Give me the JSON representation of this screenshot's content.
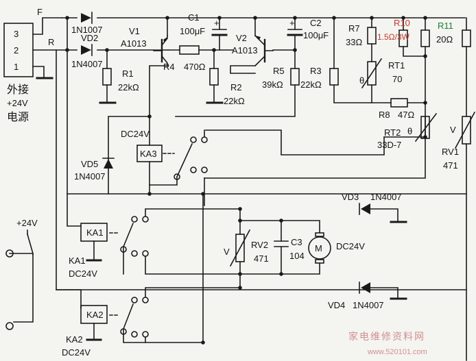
{
  "connector": {
    "pins": [
      "3",
      "2",
      "1"
    ],
    "line_f": "F",
    "line_r": "R",
    "caption": [
      "外接",
      "+24V",
      "电源"
    ]
  },
  "diodes": {
    "vd1": {
      "part": "1N1007"
    },
    "vd2": {
      "name": "VD2",
      "part": "1N4007"
    },
    "vd3": {
      "name": "VD3",
      "part": "1N4007"
    },
    "vd4": {
      "name": "VD4",
      "part": "1N4007"
    },
    "vd5": {
      "name": "VD5",
      "part": "1N4007"
    }
  },
  "transistors": {
    "v1": {
      "name": "V1",
      "part": "A1013"
    },
    "v2": {
      "name": "V2",
      "part": "A1013"
    }
  },
  "capacitors": {
    "c1": {
      "name": "C1",
      "value": "100μF",
      "pol": "+"
    },
    "c2": {
      "name": "C2",
      "value": "100μF",
      "pol": "+"
    },
    "c3": {
      "name": "C3",
      "value": "104"
    }
  },
  "resistors": {
    "r1": {
      "name": "R1",
      "value": "22kΩ"
    },
    "r2": {
      "name": "R2",
      "value": "22kΩ"
    },
    "r3": {
      "name": "R3",
      "value": "22kΩ"
    },
    "r4": {
      "name": "R4",
      "value": "470Ω"
    },
    "r5": {
      "name": "R5",
      "value": "39kΩ"
    },
    "r7": {
      "name": "R7",
      "value": "33Ω"
    },
    "r8": {
      "name": "R8",
      "value": "47Ω"
    },
    "r10": {
      "name": "R10",
      "value": "1.5Ω/3W"
    },
    "r11": {
      "name": "R11",
      "value": "20Ω"
    }
  },
  "thermistors": {
    "rt1": {
      "name": "RT1",
      "value": "70",
      "symbol": "θ"
    },
    "rt2": {
      "name": "RT2",
      "value": "33D-7",
      "symbol": "θ"
    }
  },
  "varistors": {
    "rv1": {
      "name": "RV1",
      "value": "471",
      "symbol": "V"
    },
    "rv2": {
      "name": "RV2",
      "value": "471",
      "symbol": "V"
    }
  },
  "relays": {
    "ka1": {
      "box": "KA1",
      "name": "KA1",
      "rating": "DC24V"
    },
    "ka2": {
      "box": "KA2",
      "name": "KA2",
      "rating": "DC24V"
    },
    "ka3": {
      "box": "KA3",
      "rating": "DC24V"
    }
  },
  "motor": {
    "symbol": "M",
    "rating": "DC24V"
  },
  "supply_24v": "+24V",
  "watermark": {
    "text": "家电维修资料网",
    "url": "www.520101.com"
  },
  "colors": {
    "ink": "#1a1a1a",
    "highlight_red": "#c0392b",
    "highlight_green": "#1e7d32"
  }
}
